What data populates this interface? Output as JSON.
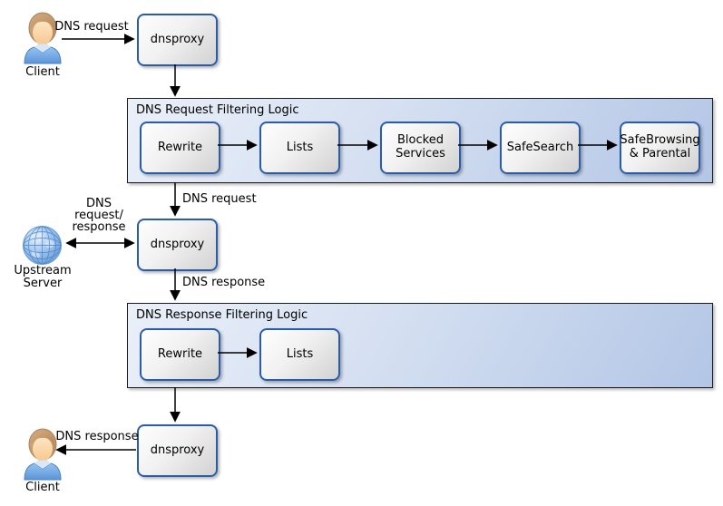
{
  "actors": {
    "client_top": "Client",
    "upstream_server": "Upstream Server",
    "client_bottom": "Client"
  },
  "nodes": {
    "proxy_top": "dnsproxy",
    "proxy_middle": "dnsproxy",
    "proxy_bottom": "dnsproxy"
  },
  "request_pipeline": {
    "title": "DNS Request Filtering Logic",
    "steps": [
      "Rewrite",
      "Lists",
      "Blocked Services",
      "SafeSearch",
      "SafeBrowsing & Parental"
    ]
  },
  "response_pipeline": {
    "title": "DNS Response Filtering Logic",
    "steps": [
      "Rewrite",
      "Lists"
    ]
  },
  "edge_labels": {
    "client_to_proxy": "DNS request",
    "request_to_proxy": "DNS request",
    "upstream_lines": [
      "DNS",
      "request/",
      "response"
    ],
    "proxy_to_response_filter": "DNS response",
    "proxy_to_client": "DNS response"
  },
  "colors": {
    "node_border": "#2a5caa",
    "container_fill_start": "#eaf0f9",
    "container_fill_end": "#b3c6e6",
    "arrow": "#000000"
  }
}
